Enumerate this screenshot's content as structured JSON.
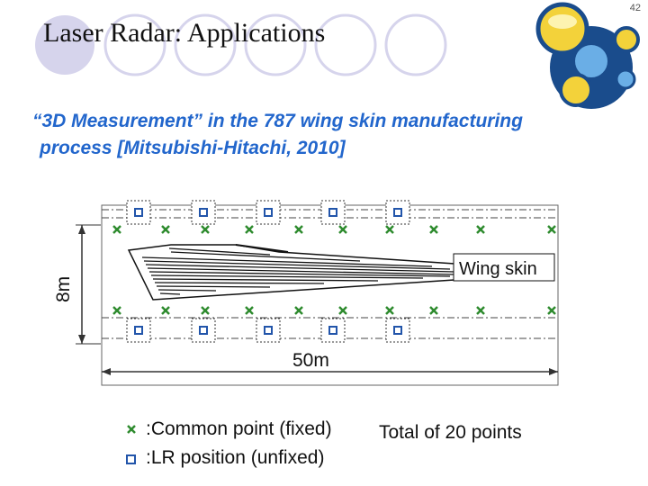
{
  "slide": {
    "number": "42",
    "title": "Laser Radar: Applications"
  },
  "subtitle": {
    "line1": "“3D Measurement” in the 787 wing skin manufacturing",
    "line2": "process [Mitsubishi-Hitachi, 2010]"
  },
  "diagram": {
    "wing_label": "Wing skin",
    "height_label": "8m",
    "width_label": "50m",
    "common_point_color": "#2e8b2e",
    "lr_position_color": "#2255aa"
  },
  "legend": {
    "common_point": ":Common point (fixed)",
    "lr_position": ":LR position (unfixed)",
    "total": "Total of 20 points"
  },
  "icons": {
    "common_point": "green-x-marker",
    "lr_position": "blue-square-marker",
    "logo": "blue-yellow-globe-logo"
  }
}
